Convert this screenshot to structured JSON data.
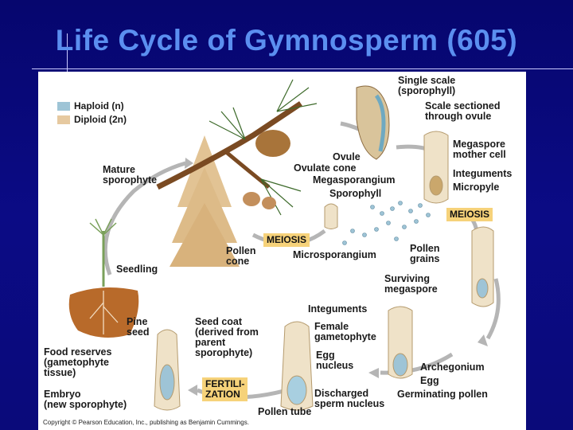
{
  "title": "Life Cycle of Gymnosperm (605)",
  "legend": {
    "haploid": "Haploid (n)",
    "diploid": "Diploid (2n)",
    "haploid_color": "#9ec4d6",
    "diploid_color": "#e6c9a0"
  },
  "labels": {
    "single_scale": "Single scale\n(sporophyll)",
    "scale_sectioned": "Scale sectioned\nthrough ovule",
    "ovule": "Ovule",
    "ovulate_cone": "Ovulate cone",
    "megasporangium": "Megasporangium",
    "sporophyll": "Sporophyll",
    "megaspore_mother_cell": "Megaspore\nmother cell",
    "integuments_top": "Integuments",
    "micropyle": "Micropyle",
    "mature_sporophyte": "Mature\nsporophyte",
    "pollen_cone": "Pollen\ncone",
    "microsporangium": "Microsporangium",
    "pollen_grains": "Pollen\ngrains",
    "seedling": "Seedling",
    "surviving_megaspore": "Surviving\nmegaspore",
    "integuments_mid": "Integuments",
    "pine_seed": "Pine\nseed",
    "seed_coat": "Seed coat\n(derived from\nparent\nsporophyte)",
    "female_gametophyte": "Female\ngametophyte",
    "egg_nucleus": "Egg\nnucleus",
    "archegonium": "Archegonium",
    "egg": "Egg",
    "germinating_pollen": "Germinating pollen",
    "food_reserves": "Food reserves\n(gametophyte\ntissue)",
    "embryo": "Embryo\n(new sporophyte)",
    "discharged_sperm": "Discharged\nsperm nucleus",
    "pollen_tube": "Pollen tube"
  },
  "tags": {
    "meiosis_right": "MEIOSIS",
    "meiosis_left": "MEIOSIS",
    "fertilization": "FERTILI-\nZATION"
  },
  "copyright": "Copyright © Pearson Education, Inc., publishing as Benjamin Cummings."
}
